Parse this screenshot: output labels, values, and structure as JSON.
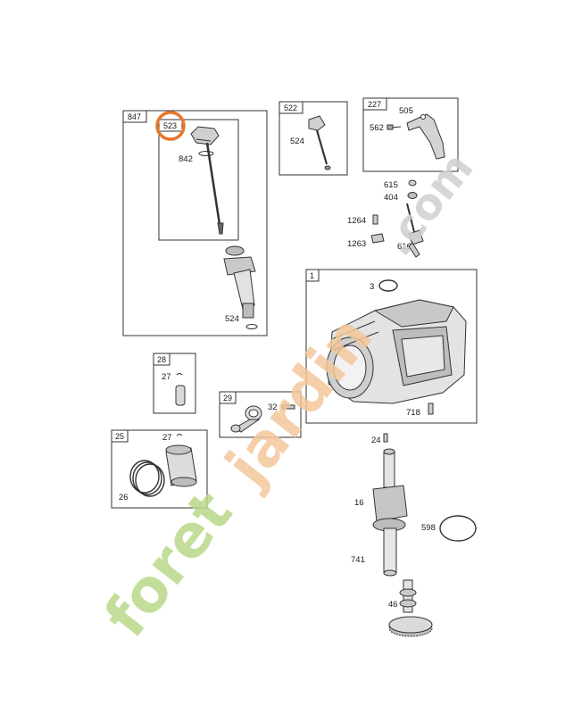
{
  "diagram": {
    "highlighted_part": "523",
    "highlight_color": "#e8762b",
    "line_color": "#333333",
    "watermark": {
      "text": "foretjardin.com",
      "color_green": "#b9d98a",
      "color_orange": "#f2c79a",
      "color_grey": "#cfcfcf"
    },
    "boxes": {
      "b847": "847",
      "b523": "523",
      "b522": "522",
      "b227": "227",
      "b1": "1",
      "b28": "28",
      "b29": "29",
      "b25": "25"
    },
    "labels": {
      "p842": "842",
      "p524a": "524",
      "p524b": "524",
      "p505": "505",
      "p562": "562",
      "p615": "615",
      "p404": "404",
      "p1264": "1264",
      "p1263": "1263",
      "p616": "616",
      "p3": "3",
      "p718": "718",
      "p27a": "27",
      "p32": "32",
      "p27b": "27",
      "p26": "26",
      "p24": "24",
      "p16": "16",
      "p598": "598",
      "p741": "741",
      "p46": "46"
    }
  }
}
